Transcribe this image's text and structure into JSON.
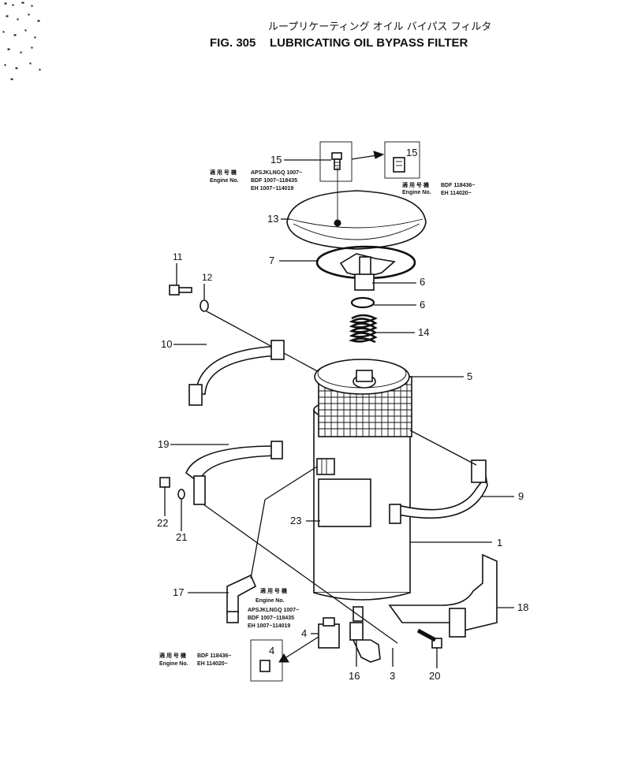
{
  "title": {
    "japanese": "ループリケーティング オイル バイパス フィルタ",
    "figure": "FIG. 305",
    "name": "LUBRICATING OIL BYPASS FILTER"
  },
  "notes": {
    "top_left": [
      "適 用 号 機",
      "APSJKLNGQ 1007~",
      "Engine No.",
      "BDF 1007~118435",
      "EH 1007~114019"
    ],
    "top_right": [
      "適 用 号 機",
      "BDF 118436~",
      "Engine No.",
      "EH 114020~"
    ],
    "mid": [
      "適 用 号 機",
      "Engine No.",
      "APSJKLNGQ 1007~",
      "BDF 1007~118435",
      "EH 1007~114019"
    ],
    "bottom_left": [
      "適 用 号 機",
      "BDF 118436~",
      "Engine No.",
      "EH 114020~"
    ]
  },
  "callouts": {
    "c15a": "15",
    "c15b": "15",
    "c13": "13",
    "c7": "7",
    "c6a": "6",
    "c6b": "6",
    "c14": "14",
    "c11": "11",
    "c12": "12",
    "c10": "10",
    "c5": "5",
    "c19": "19",
    "c9": "9",
    "c22": "22",
    "c21": "21",
    "c23": "23",
    "c1": "1",
    "c17": "17",
    "c4a": "4",
    "c4b": "4",
    "c18": "18",
    "c16": "16",
    "c3": "3",
    "c20": "20"
  }
}
